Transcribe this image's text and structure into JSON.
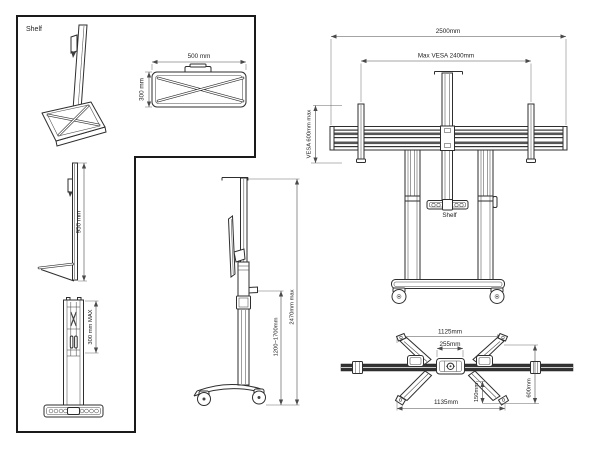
{
  "sheet": {
    "background": "#ffffff",
    "line_color": "#2e2e2e",
    "dim_color": "#4a4a4a"
  },
  "shelf_panel": {
    "label": "Shelf",
    "top_view": {
      "width_dim": "500 mm",
      "depth_dim": "300 mm"
    },
    "side_view": {
      "height_dim": "950 mm"
    },
    "front_view": {
      "vesa_dim": "300 mm MAX"
    }
  },
  "cart_side": {
    "shelf_height_range_dim": "1200~1700mm",
    "max_height_dim": "2470mm max"
  },
  "cart_front": {
    "width_dim": "2500mm",
    "max_vesa_dim": "Max VESA 2400mm",
    "vesa_height_dim": "VESA 600mm max",
    "shelf_label": "Shelf"
  },
  "base_top": {
    "upper_feet_span_dim": "1125mm",
    "center_mount_dim": "255mm",
    "lower_feet_span_dim": "1135mm",
    "rear_offset_dim": "150mm",
    "depth_dim": "600mm"
  }
}
